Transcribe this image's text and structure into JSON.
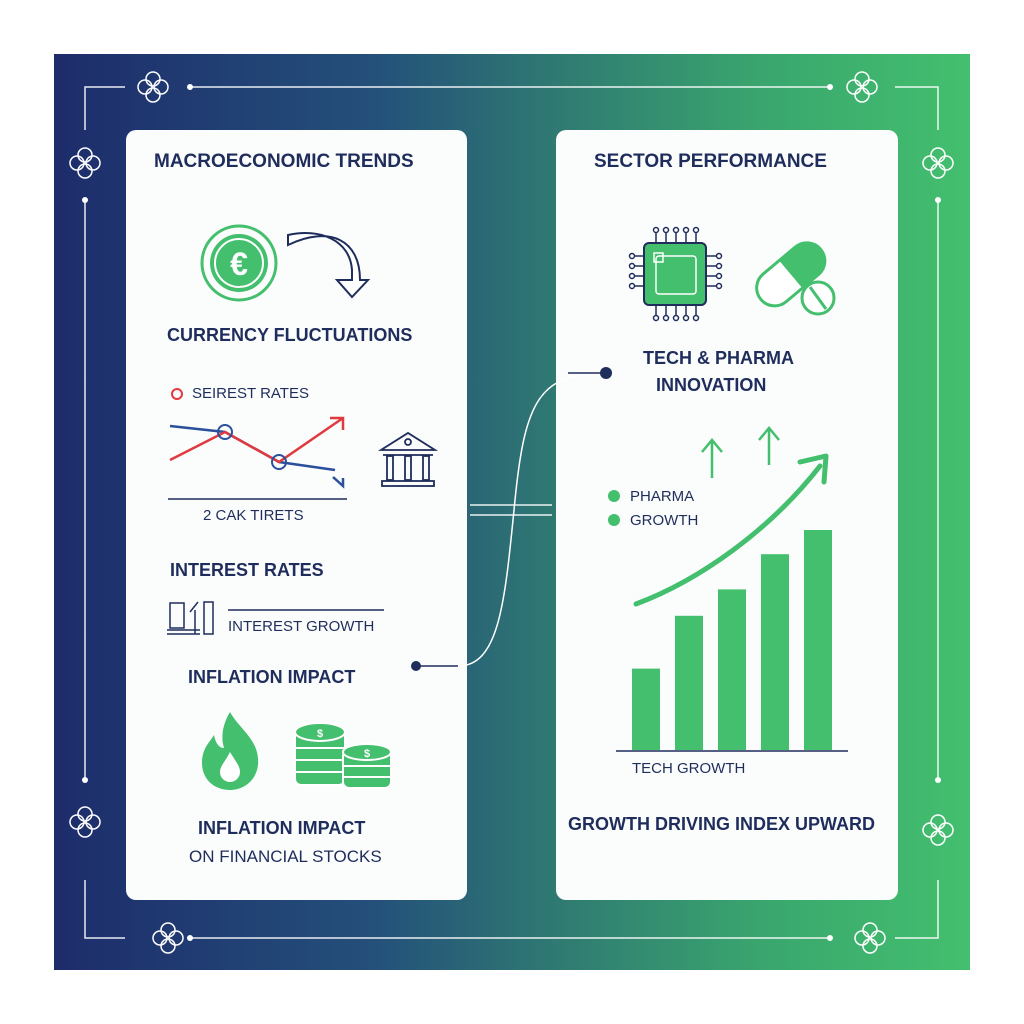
{
  "left_panel": {
    "title": "MACROECONOMIC TRENDS",
    "currency_label": "CURRENCY FLUCTUATIONS",
    "currency_symbol": "€",
    "rates_legend": "SEIREST RATES",
    "rates_axis_label": "2 CAK TIRETS",
    "interest_title": "INTEREST RATES",
    "interest_growth": "INTEREST GROWTH",
    "inflation_title": "INFLATION IMPACT",
    "inflation_caption_1": "INFLATION IMPACT",
    "inflation_caption_2": "ON FINANCIAL STOCKS"
  },
  "right_panel": {
    "title": "SECTOR PERFORMANCE",
    "innovation_1": "TECH & PHARMA",
    "innovation_2": "INNOVATION",
    "legend": [
      "PHARMA",
      "GROWTH"
    ],
    "axis_label": "TECH GROWTH",
    "caption": "GROWTH DRIVING INDEX UPWARD"
  },
  "chart_data": {
    "type": "bar",
    "values": [
      37,
      61,
      73,
      89,
      100
    ],
    "trend": "upward"
  },
  "colors": {
    "navy": "#1d2c6b",
    "green": "#43bf6e",
    "red": "#e0393e",
    "blue": "#2a4f9c"
  }
}
